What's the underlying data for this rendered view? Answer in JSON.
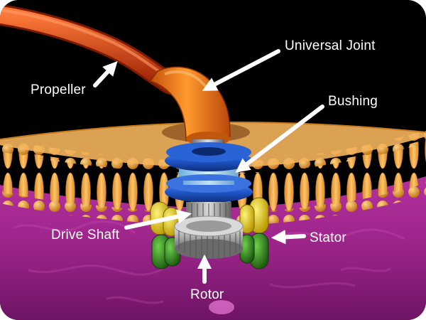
{
  "labels": {
    "universal_joint": "Universal Joint",
    "propeller": "Propeller",
    "bushing": "Bushing",
    "drive_shaft": "Drive Shaft",
    "stator": "Stator",
    "rotor": "Rotor"
  },
  "colors": {
    "background": "#000000",
    "cytoplasm": "#a3268f",
    "membrane_head": "#e8a24a",
    "membrane_tail": "#f2c27a",
    "propeller": "#d23c0d",
    "universal_joint": "#ef7a16",
    "bushing_ring": "#1f56c9",
    "bushing_sleeve": "#a9d6f5",
    "drive_shaft": "#9a9a9a",
    "stator_yellow": "#e3c81a",
    "stator_green": "#2f8d1e",
    "rotor": "#b8b8b8",
    "label_text": "#ffffff",
    "arrow": "#ffffff"
  }
}
